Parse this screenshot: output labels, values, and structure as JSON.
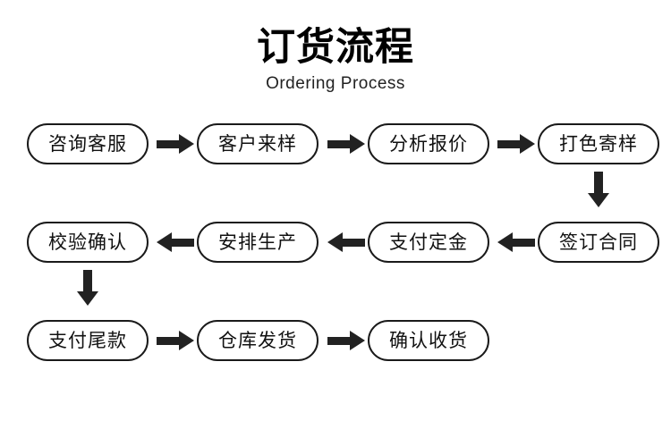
{
  "heading": {
    "title": "订货流程",
    "subtitle": "Ordering  Process"
  },
  "colors": {
    "text": "#111111",
    "border": "#1a1a1a",
    "arrow": "#222222",
    "background": "#ffffff"
  },
  "flow": {
    "rows": [
      {
        "id": "row-1",
        "direction": "left-to-right",
        "steps": [
          {
            "label": "咨询客服"
          },
          {
            "label": "客户来样"
          },
          {
            "label": "分析报价"
          },
          {
            "label": "打色寄样"
          }
        ],
        "connectors": [
          {
            "icon": "arrow-right-icon"
          },
          {
            "icon": "arrow-right-icon"
          },
          {
            "icon": "arrow-right-icon"
          }
        ]
      },
      {
        "id": "row-2",
        "direction": "right-to-left",
        "steps": [
          {
            "label": "校验确认"
          },
          {
            "label": "安排生产"
          },
          {
            "label": "支付定金"
          },
          {
            "label": "签订合同"
          }
        ],
        "connectors": [
          {
            "icon": "arrow-left-icon"
          },
          {
            "icon": "arrow-left-icon"
          },
          {
            "icon": "arrow-left-icon"
          }
        ]
      },
      {
        "id": "row-3",
        "direction": "left-to-right",
        "steps": [
          {
            "label": "支付尾款"
          },
          {
            "label": "仓库发货"
          },
          {
            "label": "确认收货"
          }
        ],
        "connectors": [
          {
            "icon": "arrow-right-icon"
          },
          {
            "icon": "arrow-right-icon"
          }
        ]
      }
    ],
    "row_links": [
      {
        "icon": "arrow-down-icon",
        "from": "打色寄样",
        "to": "签订合同"
      },
      {
        "icon": "arrow-down-icon",
        "from": "校验确认",
        "to": "支付尾款"
      }
    ]
  }
}
